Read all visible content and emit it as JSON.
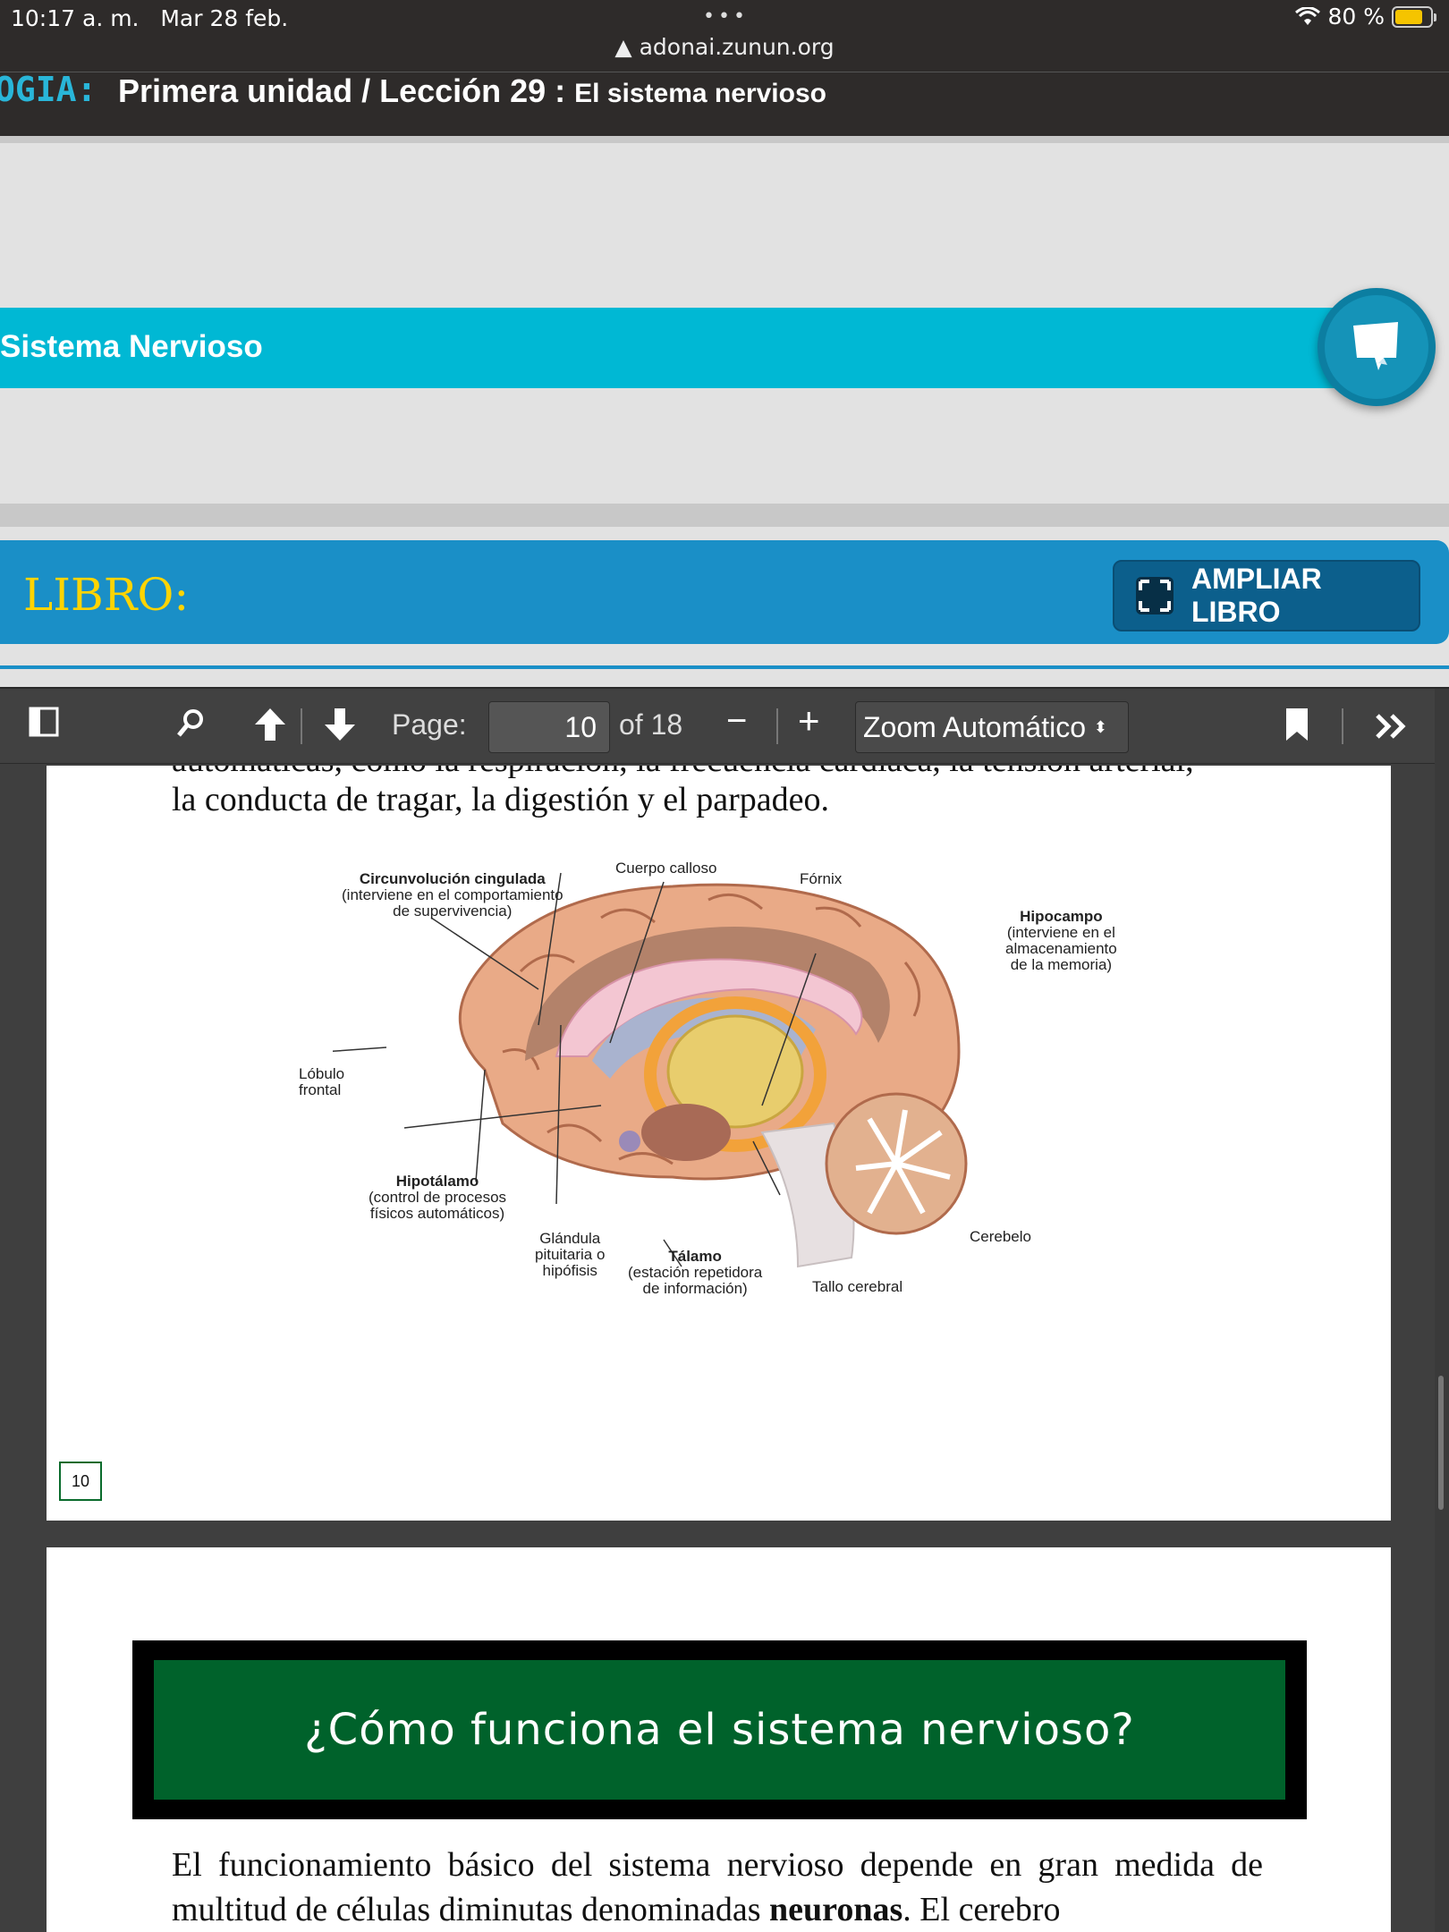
{
  "status_bar": {
    "time": "10:17 a. m.",
    "date": "Mar 28 feb.",
    "url": "adonai.zunun.org",
    "battery": "80 %",
    "battery_level": 0.8
  },
  "lesson_header": {
    "prefix": "OGIA:",
    "title": "Primera unidad / Lección 29 :",
    "subtitle": "El sistema nervioso"
  },
  "section": {
    "title": "Sistema Nervioso"
  },
  "libro": {
    "label": "LIBRO:",
    "ampliar_label": "AMPLIAR LIBRO"
  },
  "pdf_toolbar": {
    "page_label": "Page:",
    "page_value": "10",
    "page_of": "of 18",
    "zoom": "Zoom Automático"
  },
  "page10": {
    "cut_line": "automáticas, como la respiración, la frecuencia cardíaca, la tensión arterial,",
    "line": "la conducta de tragar, la digestión y el parpadeo.",
    "page_number": "10",
    "labels": {
      "circunvolucion_title": "Circunvolución cingulada",
      "circunvolucion_desc1": "(interviene en el comportamiento",
      "circunvolucion_desc2": "de supervivencia)",
      "cuerpo_calloso": "Cuerpo calloso",
      "fornix": "Fórnix",
      "hipocampo_title": "Hipocampo",
      "hipocampo_desc1": "(interviene en el",
      "hipocampo_desc2": "almacenamiento",
      "hipocampo_desc3": "de la memoria)",
      "lobulo1": "Lóbulo",
      "lobulo2": "frontal",
      "hipotalamo_title": "Hipotálamo",
      "hipotalamo_desc1": "(control de procesos",
      "hipotalamo_desc2": "físicos automáticos)",
      "glandula1": "Glándula",
      "glandula2": "pituitaria o",
      "glandula3": "hipófisis",
      "talamo_title": "Tálamo",
      "talamo_desc1": "(estación repetidora",
      "talamo_desc2": "de información)",
      "tallo": "Tallo cerebral",
      "cerebelo": "Cerebelo"
    }
  },
  "page11": {
    "heading": "¿Cómo funciona el sistema nervioso?",
    "para_start": "El funcionamiento básico del sistema nervioso depende en gran medida de multitud de células diminutas denominadas ",
    "para_bold": "neuronas",
    "para_end": ". El cerebro"
  }
}
